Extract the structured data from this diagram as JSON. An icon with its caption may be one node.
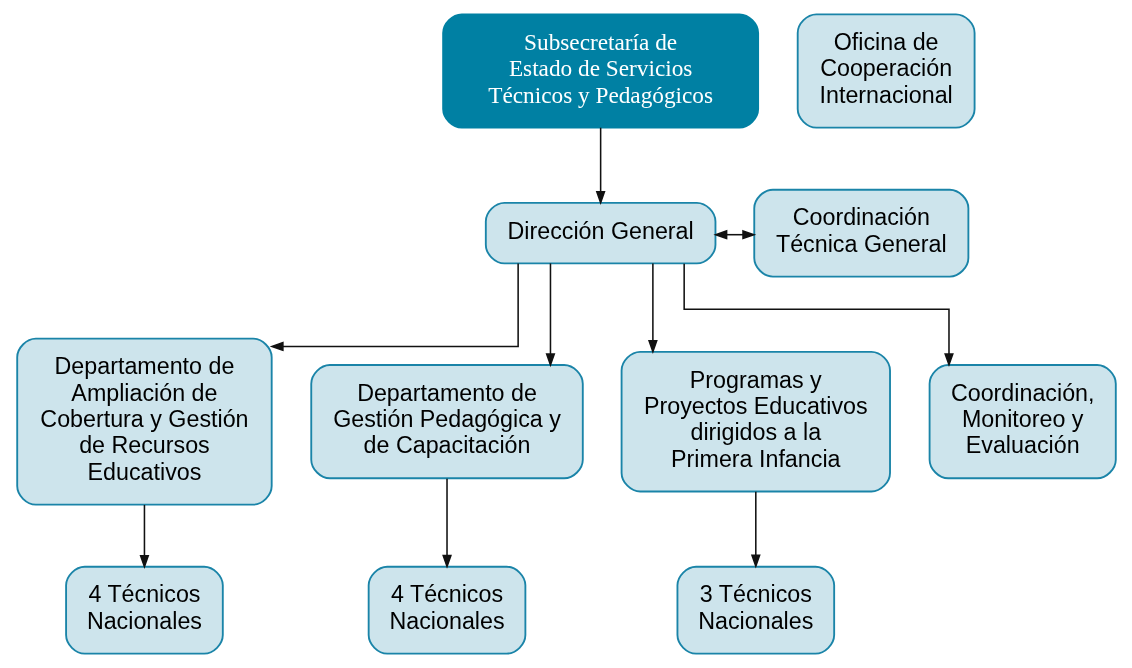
{
  "diagram": {
    "nodes": [
      {
        "text": [
          "Subsecretaría de Estado de Servicios Técnicos y Pedagógicos"
        ]
      },
      {
        "text": [
          "Oficina de Cooperación Internacional"
        ]
      },
      {
        "text": [
          "Dirección General"
        ]
      },
      {
        "text": [
          "Coordinación Técnica General"
        ]
      },
      {
        "text": [
          "Departamento de Ampliación de Cobertura y Gestión de Recursos Educativos"
        ]
      },
      {
        "text": [
          "Departamento de Gestión Pedagógica y de Capacitación"
        ]
      },
      {
        "text": [
          "Programas y Proyectos Educativos dirigidos a la Primera Infancia"
        ]
      },
      {
        "text": [
          "Coordinación, Monitoreo y Evaluación"
        ]
      },
      {
        "text": [
          "4 Técnicos Nacionales"
        ]
      },
      {
        "text": [
          "4 Técnicos Nacionales"
        ]
      },
      {
        "text": [
          "3 Técnicos Nacionales"
        ]
      }
    ],
    "edges": [
      {
        "from": 0,
        "to": 2,
        "arrow": "to"
      },
      {
        "from": 2,
        "to": 3,
        "arrow": "both"
      },
      {
        "from": 2,
        "to": 4,
        "arrow": "to"
      },
      {
        "from": 2,
        "to": 5,
        "arrow": "to"
      },
      {
        "from": 2,
        "to": 6,
        "arrow": "to"
      },
      {
        "from": 2,
        "to": 7,
        "arrow": "to"
      },
      {
        "from": 4,
        "to": 8,
        "arrow": "to"
      },
      {
        "from": 5,
        "to": 9,
        "arrow": "to"
      },
      {
        "from": 6,
        "to": 10,
        "arrow": "to"
      }
    ]
  }
}
